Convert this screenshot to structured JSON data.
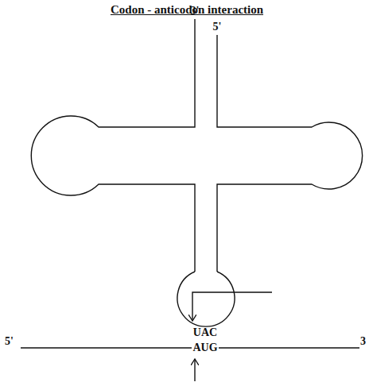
{
  "diagram": {
    "title": "Codon - anticodon interaction",
    "labels": [
      "3'",
      "5'",
      "UAC",
      "AUG",
      "5'",
      "3"
    ]
  }
}
